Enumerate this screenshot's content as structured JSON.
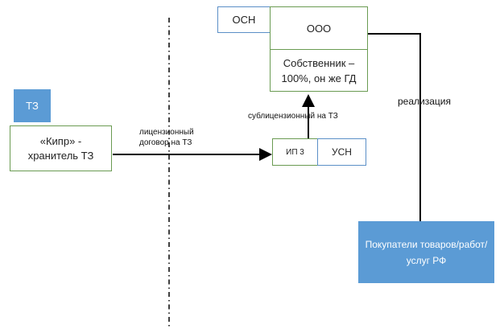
{
  "boxes": {
    "tz_tag": "ТЗ",
    "cyprus": "«Кипр» - хранитель ТЗ",
    "osn": "ОСН",
    "ooo": "ООО",
    "owner": "Собственник – 100%, он же ГД",
    "ip": "ИП 3",
    "usn": "УСН",
    "buyers": "Покупатели товаров/работ/услуг РФ"
  },
  "labels": {
    "license": "лицензионный договор на ТЗ",
    "sublicense": "сублицензионный на ТЗ",
    "sales": "реализация"
  },
  "colors": {
    "green_border": "#6a9b52",
    "blue_border": "#5b8fc7",
    "blue_fill": "#5b9bd5",
    "line": "#000000"
  }
}
